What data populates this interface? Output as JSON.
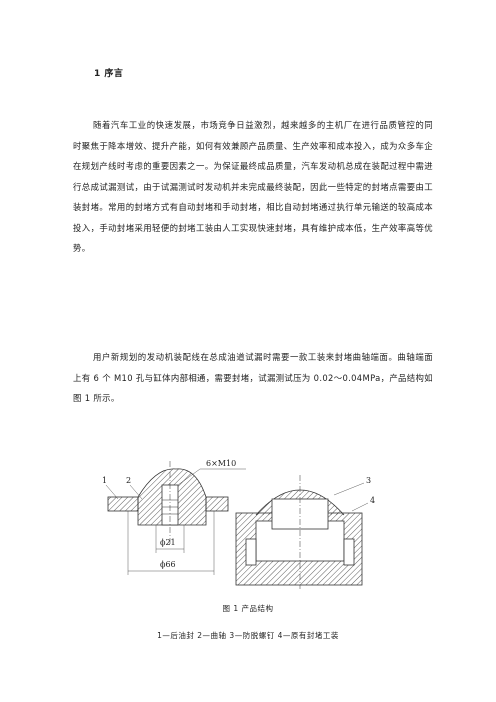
{
  "section": {
    "heading": "1  序言",
    "paragraph1": "随着汽车工业的快速发展，市场竞争日益激烈，越来越多的主机厂在进行品质管控的同时聚焦于降本增效、提升产能，如何有效兼顾产品质量、生产效率和成本投入，成为众多车企在规划产线时考虑的重要因素之一。为保证最终成品质量，汽车发动机总成在装配过程中需进行总成试漏测试，由于试漏测试时发动机并未完成最终装配，因此一些特定的封堵点需要由工装封堵。常用的封堵方式有自动封堵和手动封堵，相比自动封堵通过执行单元输送的较高成本投入，手动封堵采用轻便的封堵工装由人工实现快速封堵，具有维护成本低，生产效率高等优势。",
    "paragraph2": "用户新规划的发动机装配线在总成油道试漏时需要一款工装来封堵曲轴端面。曲轴端面上有 6 个 M10 孔与缸体内部相通，需要封堵，试漏测试压为 0.02～0.04MPa，产品结构如图 1 所示。"
  },
  "figure": {
    "labels": {
      "thread": "6×M10",
      "dia_small": "ϕ21",
      "dia_large": "ϕ66",
      "n1": "1",
      "n2": "2",
      "n3": "3",
      "n4": "4"
    },
    "caption": "图 1    产品结构",
    "legend": "1—后油封    2—曲轴    3—防脱螺钉    4—原有封堵工装"
  }
}
